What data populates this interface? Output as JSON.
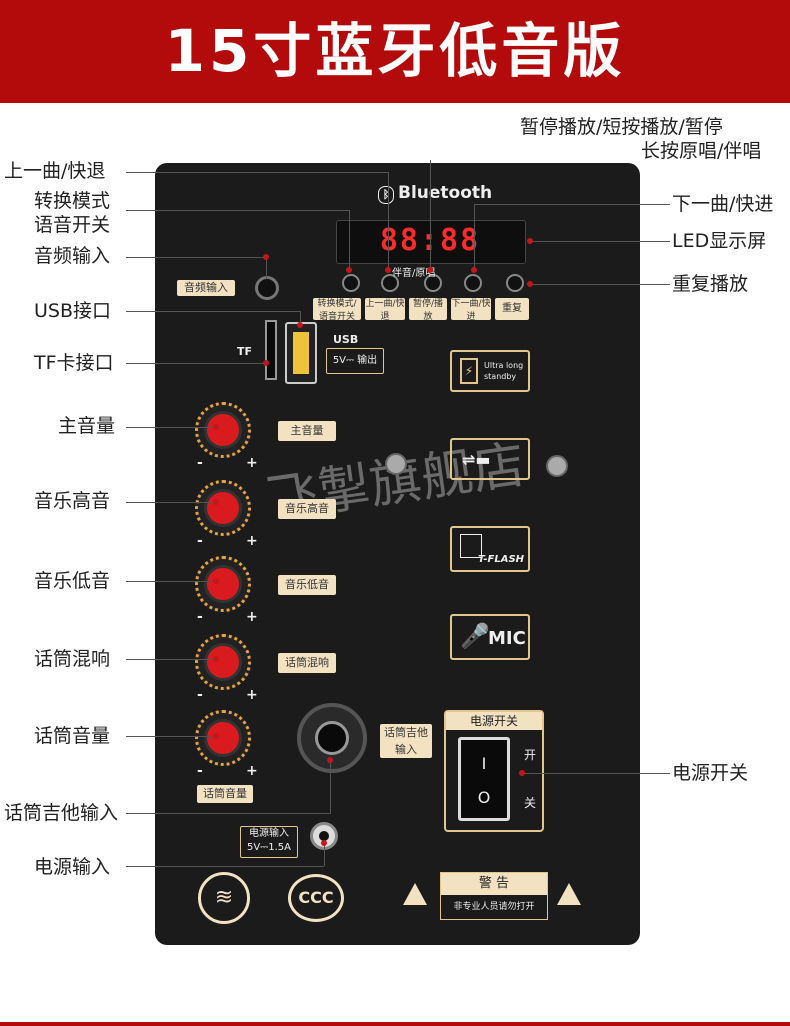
{
  "header": {
    "title": "15寸蓝牙低音版"
  },
  "callouts": {
    "pause_line1": "暂停播放/短按播放/暂停",
    "pause_line2": "长按原唱/伴唱",
    "prev": "上一曲/快退",
    "mode_line1": "转换模式",
    "mode_line2": "语音开关",
    "audio_in": "音频输入",
    "usb": "USB接口",
    "tf": "TF卡接口",
    "master_vol": "主音量",
    "music_treble": "音乐高音",
    "music_bass": "音乐低音",
    "mic_reverb": "话筒混响",
    "mic_vol": "话筒音量",
    "mic_guitar": "话筒吉他输入",
    "power_in": "电源输入",
    "next": "下一曲/快进",
    "led": "LED显示屏",
    "repeat": "重复播放",
    "power_switch": "电源开关"
  },
  "panel": {
    "bluetooth_label": "Bluetooth",
    "led_display": "88:88",
    "accomp_label": "伴音/原唱",
    "btn_labels": {
      "mode": "转换模式/语音开关",
      "prev": "上一曲/快退",
      "pause": "暂停/播放",
      "next": "下一曲/快进",
      "repeat": "重复"
    },
    "audio_in_label": "音频输入",
    "usb_label": "USB",
    "usb_spec": "5V⎓ 输出",
    "tf_label": "TF",
    "knob_labels": [
      "主音量",
      "音乐高音",
      "音乐低音",
      "话筒混响",
      "话筒音量"
    ],
    "mic_in_label": "话筒吉他输入",
    "power_in_label": "电源输入 5V⎓1.5A",
    "feature_badges": {
      "battery": "Ultra long standby",
      "tflash": "T-FLASH",
      "mic": "MIC"
    },
    "switch": {
      "title": "电源开关",
      "on": "开",
      "off": "关",
      "on_mark": "I",
      "off_mark": "O"
    },
    "warning": {
      "title": "警 告",
      "note": "非专业人员请勿打开"
    },
    "watermark": "飞掣旗舰店"
  },
  "colors": {
    "brand_red": "#b30b0b",
    "panel": "#1b1b1b",
    "gold": "#e3c58e",
    "knob_red": "#d91a1f",
    "led_red": "#ff2a2a"
  }
}
